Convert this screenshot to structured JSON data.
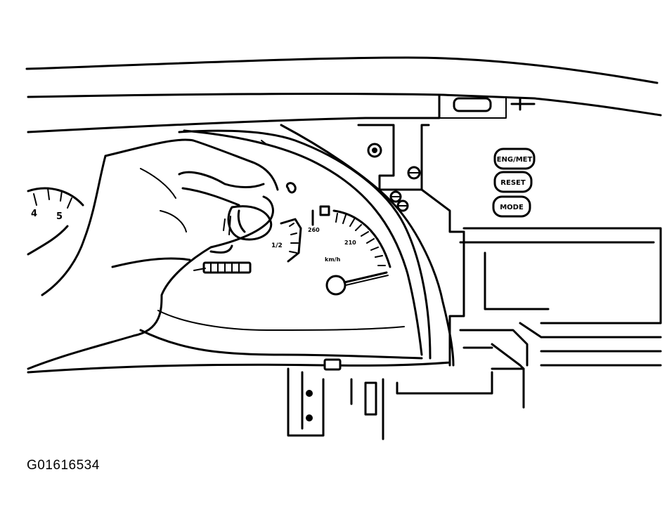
{
  "figure_id": "G01616534",
  "buttons": {
    "engine_label": "ENG/MET",
    "reset_label": "RESET",
    "mode_label": "MODE"
  },
  "gauges": {
    "tach_left_label": "4",
    "tach_right_label": "5",
    "fuel_label": "1/2",
    "speedo_label_left": "260",
    "speedo_label_right": "210",
    "speedo_center_label": "km/h"
  }
}
